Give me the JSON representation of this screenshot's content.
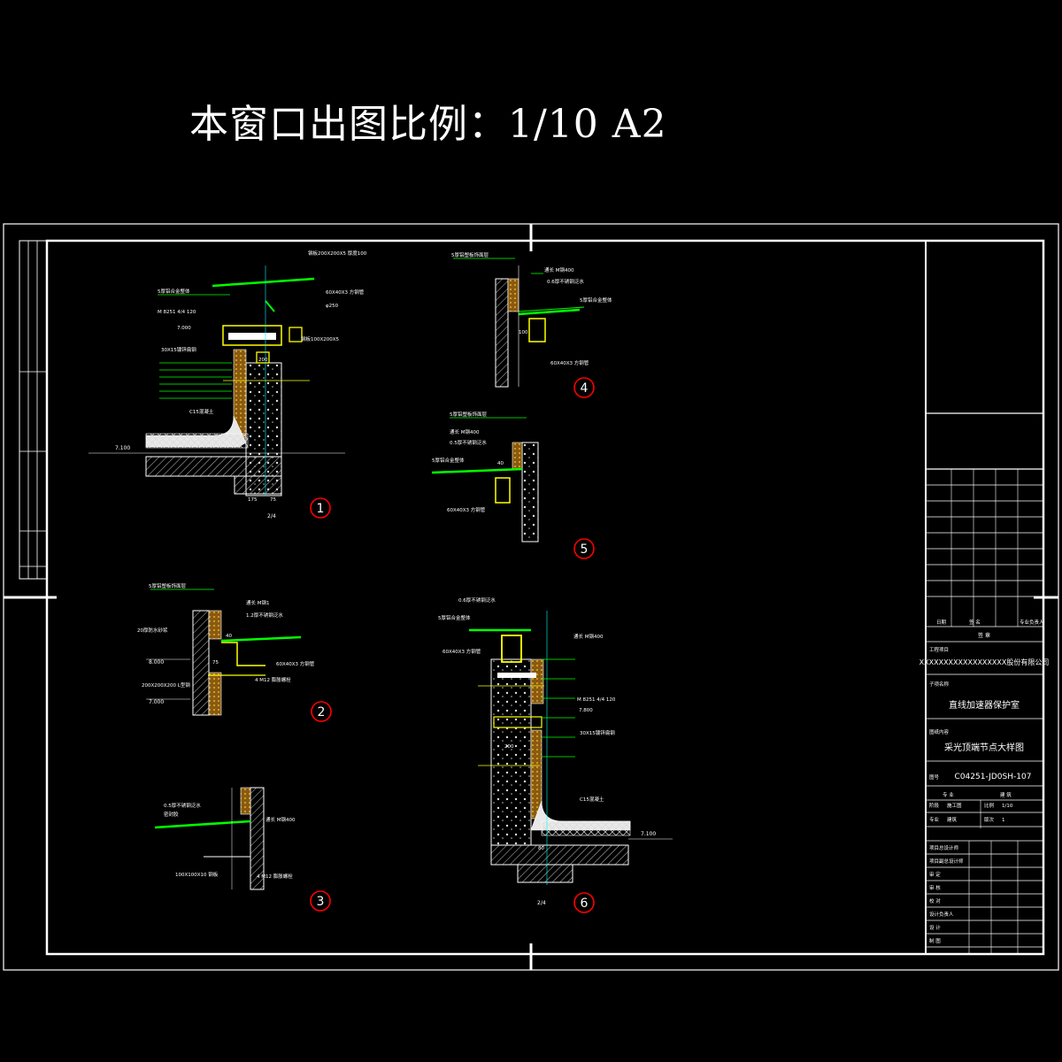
{
  "header": {
    "title": "本窗口出图比例：1/10   A2"
  },
  "title_block": {
    "sign_row": [
      "日期",
      "签 名",
      "专业负责人"
    ],
    "sign_header": "签   章",
    "project_label": "工程项目",
    "project_value": "XXXXXXXXXXXXXXXXXX股份有限公司",
    "subproject_label": "子项名称",
    "subproject_value": "直线加速器保护室",
    "drawing_label": "图纸内容",
    "drawing_value": "采光顶端节点大样图",
    "number_label": "图号",
    "number_value": "C04251-JD0SH-107",
    "meta_top": [
      "专 业",
      "建 筑"
    ],
    "meta_rows": [
      [
        "阶段",
        "施工图",
        "比例",
        "1/10"
      ],
      [
        "专业",
        "建筑",
        "版次",
        "1"
      ]
    ],
    "roles": [
      "项目总设计师",
      "项目副总设计师",
      "审 定",
      "审 核",
      "校 对",
      "设计负责人",
      "设 计",
      "制 图"
    ]
  },
  "details": [
    {
      "id": "detail-1",
      "number": "1"
    },
    {
      "id": "detail-2",
      "number": "2"
    },
    {
      "id": "detail-3",
      "number": "3"
    },
    {
      "id": "detail-4",
      "number": "4"
    },
    {
      "id": "detail-5",
      "number": "5"
    },
    {
      "id": "detail-6",
      "number": "6"
    }
  ],
  "labels": {
    "d1": [
      "钢板200X200X5 厚度100",
      "5厚铝合金整体",
      "60X40X3 方钢管",
      "φ250 ",
      "M 8251 4/4 120",
      "7.000",
      "30X15镀锌扁钢",
      "钢板100X200X5",
      "200",
      "C15混凝土",
      "7.100",
      "175",
      "75",
      "2/4"
    ],
    "d2": [
      "5厚铝塑板饰面层",
      "通长 M钢1",
      "1.2厚不锈钢泛水",
      "20厚防水砂浆",
      "8.000",
      "7.000",
      "60X40X3 方钢管",
      "4 M12 膨胀螺栓",
      "200X200X200 L型钢",
      "75",
      "40"
    ],
    "d3": [
      "0.5厚不锈钢泛水",
      "密封胶",
      "通长 M钢400",
      "100X100X10 钢板",
      "4 M12 膨胀螺栓"
    ],
    "d4": [
      "5厚铝塑板饰面层",
      "通长 M钢400",
      "0.6厚不锈钢泛水",
      "5厚铝合金整体",
      "100",
      "60X40X3 方钢管"
    ],
    "d5": [
      "5厚铝塑板饰面层",
      "通长 M钢400",
      "0.5厚不锈钢泛水",
      "5厚铝合金整体",
      "40",
      "60X40X3 方钢管"
    ],
    "d6": [
      "0.6厚不锈钢泛水",
      "5厚铝合金整体",
      "60X40X3 方钢管",
      "通长 M钢400",
      "M 8251 4/4 120",
      "7.800",
      "30X15镀锌扁钢",
      "200",
      "C15混凝土",
      "7.100",
      "80",
      "2/4"
    ]
  },
  "colors": {
    "frame": "#ffffff",
    "line_yellow": "#ffff00",
    "line_green": "#00ff00",
    "marker_red": "#ff0000",
    "hatch_orange": "#d6a020",
    "wall_gray": "#9a9a9a",
    "cyan": "#00ffff"
  }
}
